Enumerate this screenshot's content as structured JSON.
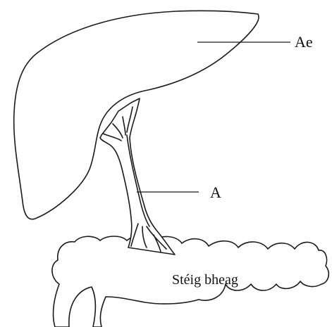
{
  "labels": {
    "liver": "Ae",
    "duct": "A",
    "intestine": "Stéig bheag"
  }
}
